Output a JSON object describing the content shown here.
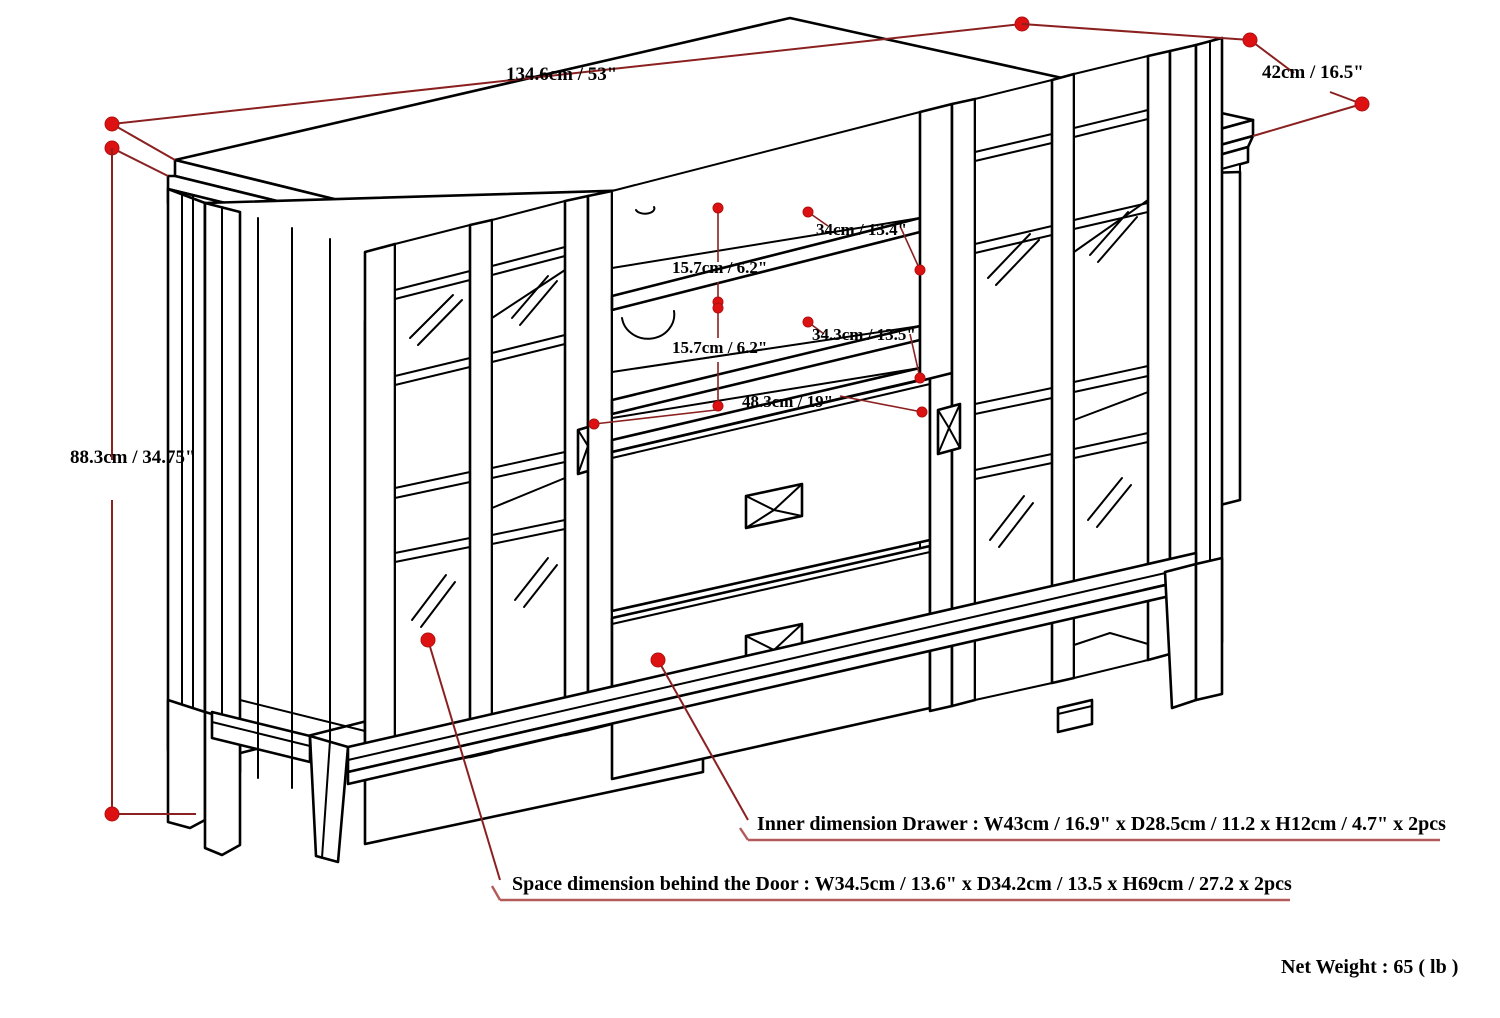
{
  "diagram": {
    "title": "Furniture dimension diagram",
    "product": "TV media stand / sideboard with two glass doors and two drawers",
    "colors": {
      "outline": "#000000",
      "dimension_line": "#8b2020",
      "dimension_dot": "#dd1111",
      "background": "#ffffff",
      "callout_underline": "#b35a5a"
    }
  },
  "dimensions": {
    "width": {
      "label": "134.6cm / 53\"",
      "cm": 134.6,
      "inch": 53
    },
    "depth": {
      "label": "42cm / 16.5\"",
      "cm": 42,
      "inch": 16.5
    },
    "height": {
      "label": "88.3cm / 34.75\"",
      "cm": 88.3,
      "inch": 34.75
    },
    "upper_shelf_height": {
      "label": "15.7cm / 6.2\"",
      "cm": 15.7,
      "inch": 6.2
    },
    "upper_shelf_depth": {
      "label": "34cm / 13.4\"",
      "cm": 34,
      "inch": 13.4
    },
    "lower_shelf_height": {
      "label": "15.7cm / 6.2\"",
      "cm": 15.7,
      "inch": 6.2
    },
    "lower_shelf_depth": {
      "label": "34.3cm / 13.5\"",
      "cm": 34.3,
      "inch": 13.5
    },
    "center_opening_width": {
      "label": "48.3cm / 19\"",
      "cm": 48.3,
      "inch": 19
    }
  },
  "callouts": {
    "drawer": "Inner dimension Drawer : W43cm / 16.9\" x D28.5cm / 11.2 x H12cm / 4.7\" x 2pcs",
    "door": "Space dimension behind the Door  : W34.5cm / 13.6\" x D34.2cm / 13.5 x H69cm / 27.2 x 2pcs"
  },
  "weight": {
    "label": "Net Weight : 65 ( lb )",
    "value": 65,
    "unit": "lb"
  }
}
